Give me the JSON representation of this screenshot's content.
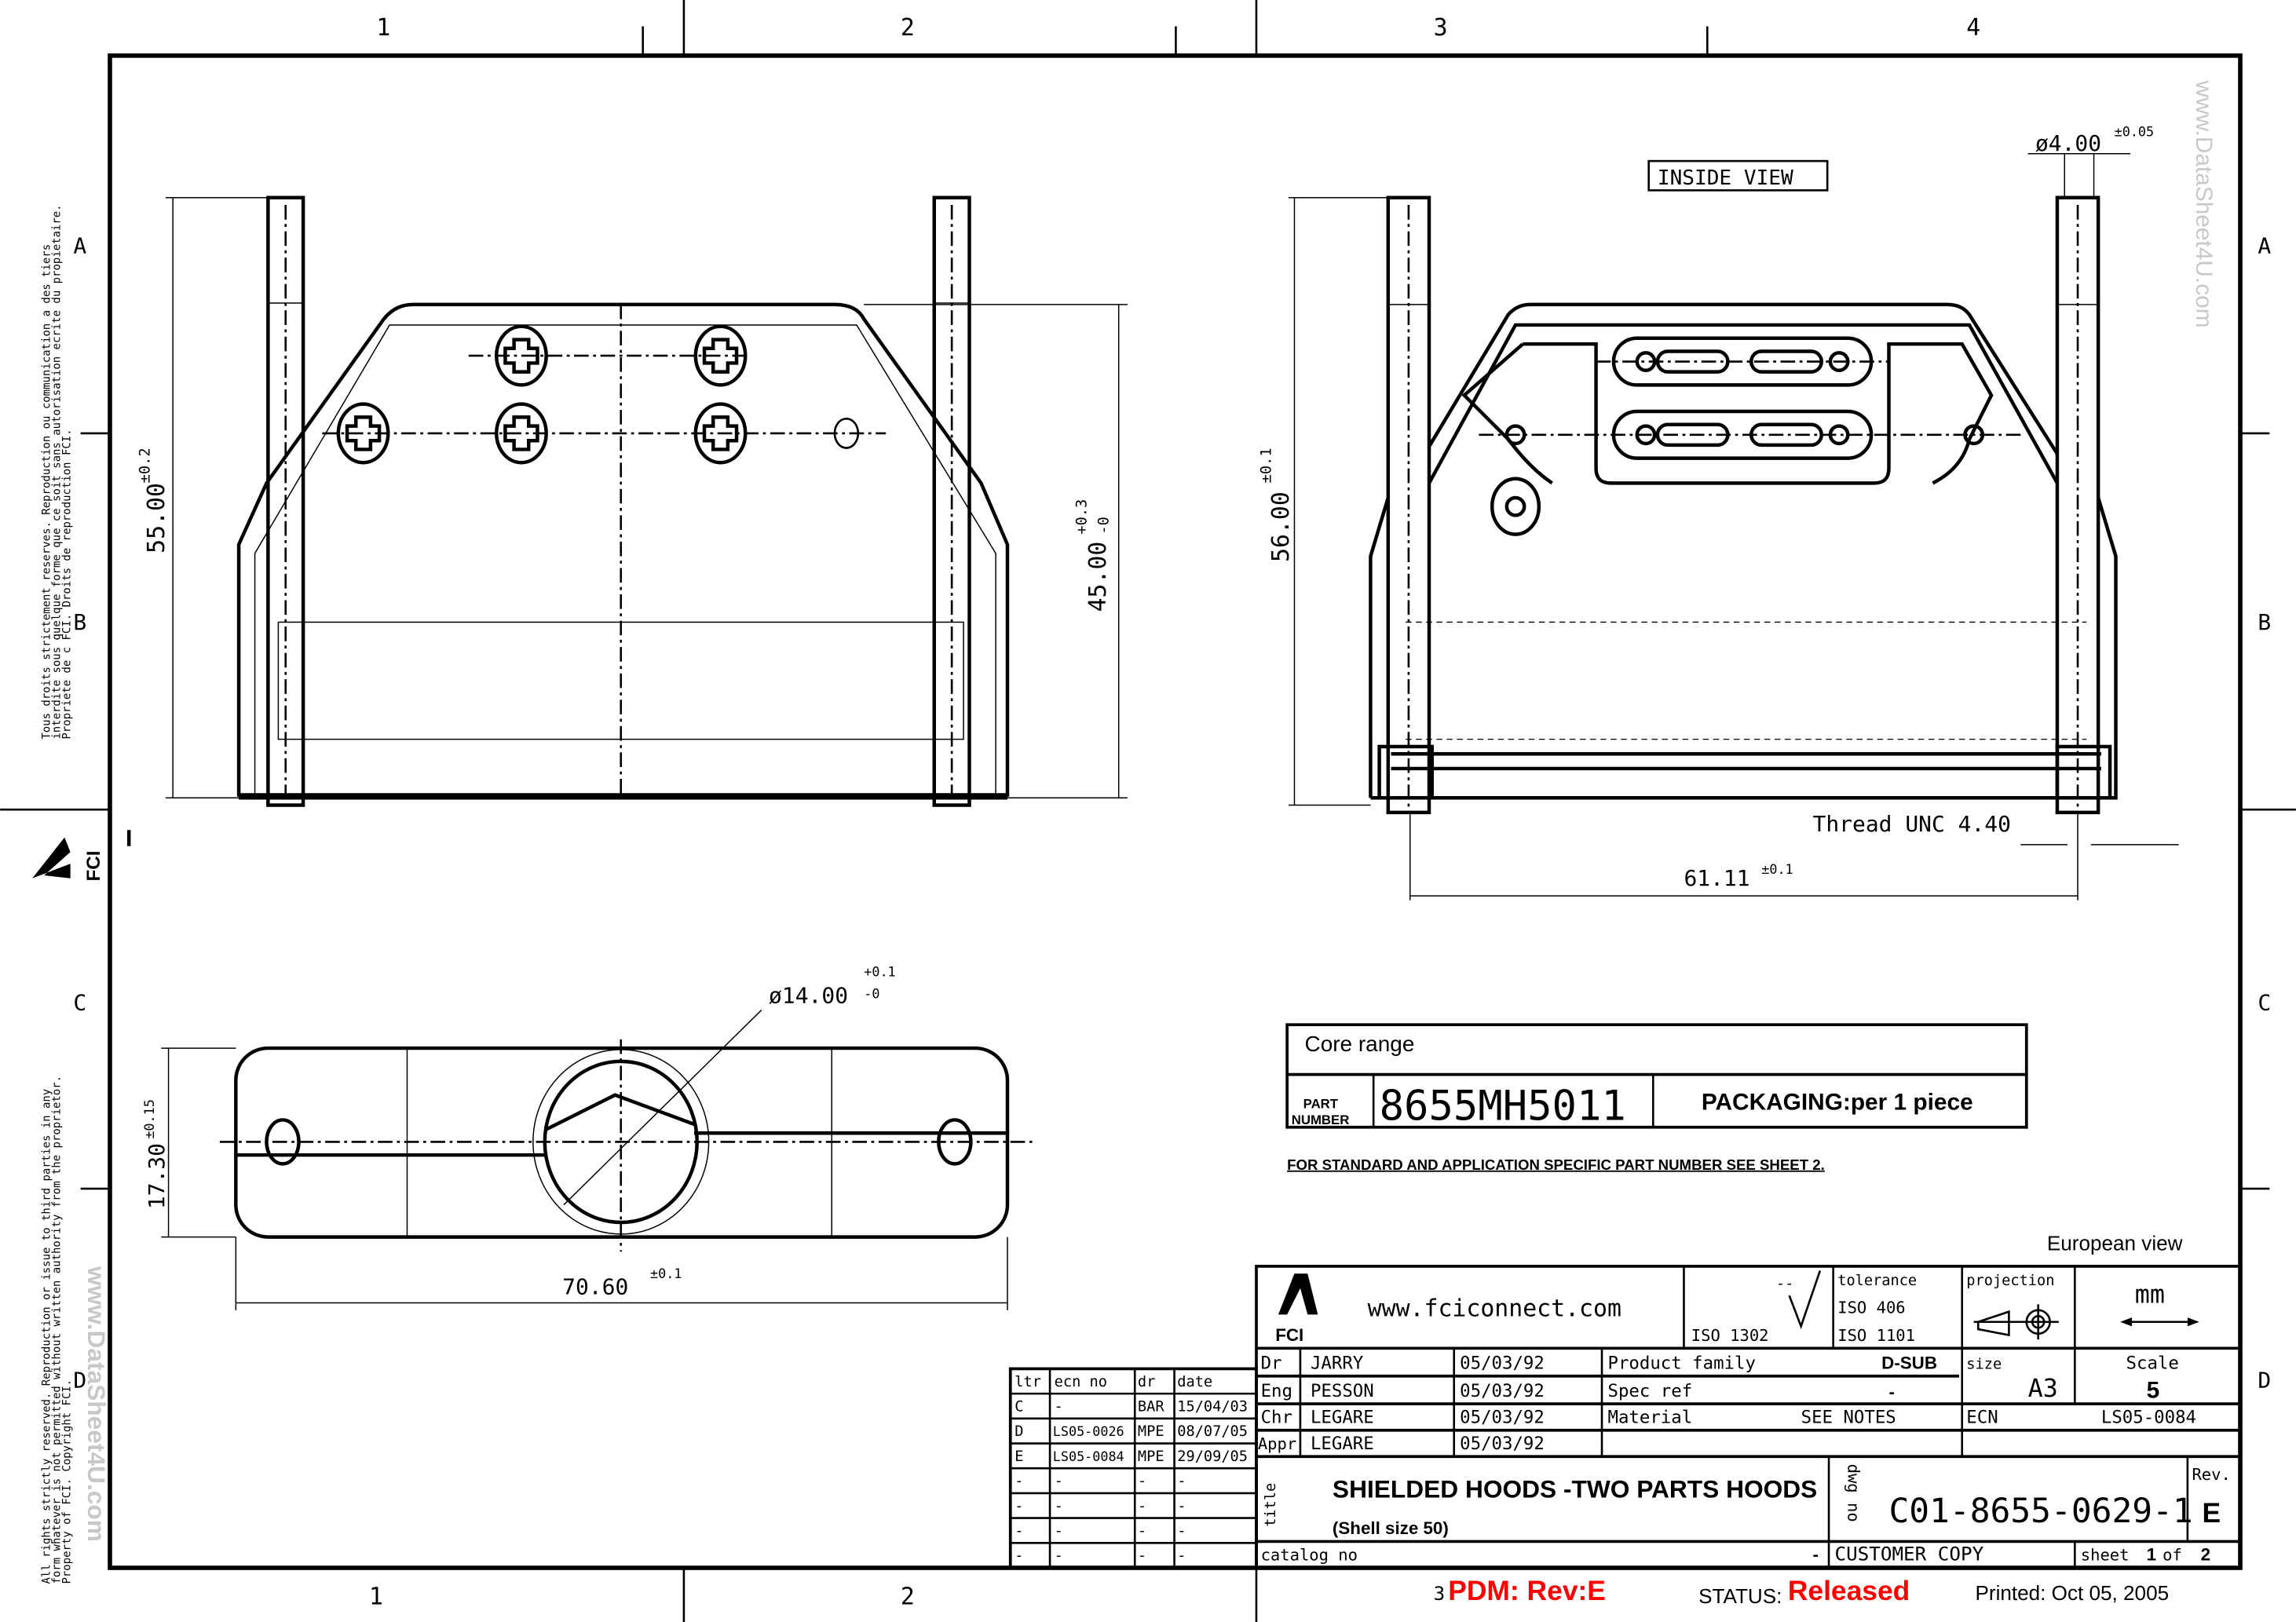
{
  "grid": {
    "columns": [
      "1",
      "2",
      "3",
      "4"
    ],
    "rows": [
      "A",
      "B",
      "C",
      "D"
    ]
  },
  "watermark": "www.DataSheet4U.com",
  "legal_fr": {
    "line1": "Tous droits strictement reserves.  Reproduction ou communication a des tiers",
    "line2": "interdite sous quelque forme que ce soit sans autorisation ecrite du      propietaire.",
    "line3": "Propriete de c FCI.  Droits de reproduction FCI."
  },
  "legal_en": {
    "line1": "All rights strictly reserved.  Reproduction or issue to third parties in any",
    "line2": "form whatever is not permitted without written authority from the proprietor.",
    "line3": "Property of FCI.  Copyright FCI."
  },
  "side_logo": "FCI",
  "views": {
    "front": {
      "dim_height": "55.00",
      "dim_height_tol": "±0.2",
      "dim_inner": "45.00",
      "dim_inner_tol_plus": "+0.3",
      "dim_inner_tol_minus": "-0"
    },
    "inside": {
      "label": "INSIDE VIEW",
      "dim_diameter": "ø4.00",
      "dim_diameter_tol": "±0.05",
      "dim_height": "56.00",
      "dim_height_tol": "±0.1",
      "thread": "Thread UNC 4.40",
      "dim_width": "61.11",
      "dim_width_tol": "±0.1"
    },
    "bottom": {
      "dim_diameter": "ø14.00",
      "dim_diameter_tol_plus": "+0.1",
      "dim_diameter_tol_minus": "-0",
      "dim_height": "17.30",
      "dim_height_tol": "±0.15",
      "dim_width": "70.60",
      "dim_width_tol": "±0.1"
    }
  },
  "part_box": {
    "core_range": "Core range",
    "part_label_1": "PART",
    "part_label_2": "NUMBER",
    "part_number": "8655MH5011",
    "packaging": "PACKAGING:per 1 piece",
    "note": "FOR STANDARD AND APPLICATION SPECIFIC PART NUMBER SEE SHEET 2."
  },
  "european_view": "European view",
  "revision_table": {
    "headers": [
      "ltr",
      "ecn no",
      "dr",
      "date"
    ],
    "rows": [
      [
        "C",
        "-",
        "BAR",
        "15/04/03"
      ],
      [
        "D",
        "LS05-0026",
        "MPE",
        "08/07/05"
      ],
      [
        "E",
        "LS05-0084",
        "MPE",
        "29/09/05"
      ],
      [
        "-",
        "-",
        "-",
        "-"
      ],
      [
        "-",
        "-",
        "-",
        "-"
      ],
      [
        "-",
        "-",
        "-",
        "-"
      ],
      [
        "-",
        "-",
        "-",
        "-"
      ]
    ]
  },
  "title_block": {
    "logo": "FCI",
    "website": "www.fciconnect.com",
    "surface_symbol": "--",
    "surface_std": "ISO 1302",
    "tolerance_label": "tolerance",
    "tolerance_std1": "ISO 406",
    "tolerance_std2": "ISO 1101",
    "projection_label": "projection",
    "units": "mm",
    "people": [
      {
        "role": "Dr",
        "name": "JARRY",
        "date": "05/03/92"
      },
      {
        "role": "Eng",
        "name": "PESSON",
        "date": "05/03/92"
      },
      {
        "role": "Chr",
        "name": "LEGARE",
        "date": "05/03/92"
      },
      {
        "role": "Appr",
        "name": "LEGARE",
        "date": "05/03/92"
      }
    ],
    "product_family_label": "Product family",
    "product_family": "D-SUB",
    "spec_ref_label": "Spec ref",
    "spec_ref": "-",
    "material_label": "Material",
    "material": "SEE NOTES",
    "size_label": "size",
    "size": "A3",
    "scale_label": "Scale",
    "scale": "5",
    "ecn_label": "ECN",
    "ecn": "LS05-0084",
    "title_label": "title",
    "title": "SHIELDED HOODS -TWO PARTS HOODS",
    "subtitle": "(Shell size 50)",
    "dwg_no_label": "dwg no",
    "dwg_no": "C01-8655-0629-1",
    "rev_label": "Rev.",
    "rev": "E",
    "catalog_label": "catalog no",
    "catalog": "-",
    "copy": "CUSTOMER COPY",
    "sheet_label": "sheet",
    "sheet": "1",
    "of_label": "of",
    "sheets_total": "2"
  },
  "footer": {
    "pdm": "PDM: Rev:E",
    "status_label": "STATUS:",
    "status": "Released",
    "printed": "Printed: Oct 05, 2005",
    "status_color": "#ff0000"
  }
}
